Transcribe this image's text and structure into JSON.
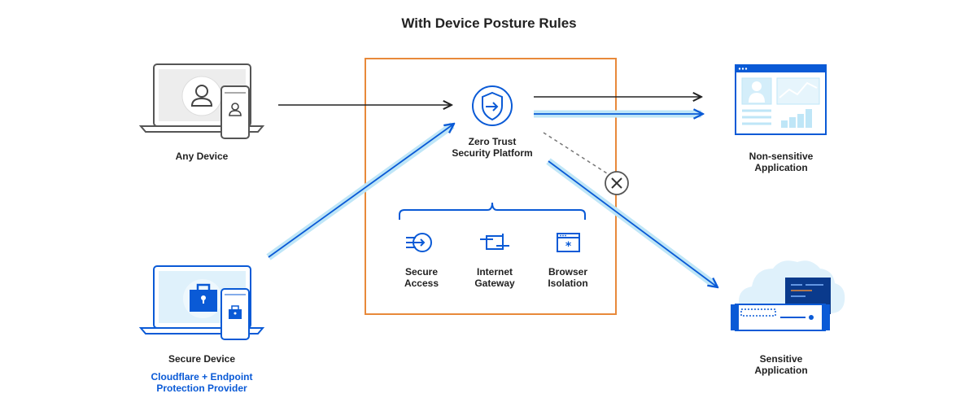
{
  "title": "With Device Posture Rules",
  "colors": {
    "blue": "#0a5ad6",
    "light_blue": "#bfe6f7",
    "orange": "#e8893a",
    "dark": "#222222",
    "grey": "#777777"
  },
  "devices": {
    "any": {
      "label": "Any Device"
    },
    "secure": {
      "label": "Secure Device",
      "sublabel_line1": "Cloudflare + Endpoint",
      "sublabel_line2": "Protection Provider"
    }
  },
  "platform": {
    "label_line1": "Zero Trust",
    "label_line2": "Security Platform",
    "services": [
      {
        "line1": "Secure",
        "line2": "Access",
        "icon": "secure-access-icon"
      },
      {
        "line1": "Internet",
        "line2": "Gateway",
        "icon": "internet-gateway-icon"
      },
      {
        "line1": "Browser",
        "line2": "Isolation",
        "icon": "browser-isolation-icon"
      }
    ]
  },
  "apps": {
    "non_sensitive": {
      "line1": "Non-sensitive",
      "line2": "Application"
    },
    "sensitive": {
      "line1": "Sensitive",
      "line2": "Application"
    }
  }
}
